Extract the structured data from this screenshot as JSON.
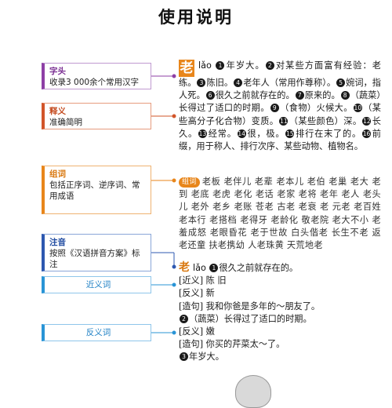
{
  "page_title": "使用说明",
  "notes": {
    "zitou": {
      "title": "字头",
      "body": "收录3 000余个常用汉字"
    },
    "shiyi": {
      "title": "释义",
      "body": "准确简明"
    },
    "zuci": {
      "title": "组词",
      "body": "包括正序词、逆序词、常用成语"
    },
    "zhuyin": {
      "title": "注音",
      "body": "按照《汉语拼音方案》标注"
    },
    "jinyi": {
      "title": "近义词"
    },
    "fanyi": {
      "title": "反义词"
    }
  },
  "entry": {
    "headword": "老",
    "pinyin": "lǎo",
    "definitions": [
      {
        "num": "1",
        "text": "年岁大。"
      },
      {
        "num": "2",
        "text": "对某些方面富有经验：老练。"
      },
      {
        "num": "3",
        "text": "陈旧。"
      },
      {
        "num": "4",
        "text": "老年人（常用作尊称）。"
      },
      {
        "num": "5",
        "text": "婉词，指人死。"
      },
      {
        "num": "6",
        "text": "很久之前就存在的。"
      },
      {
        "num": "7",
        "text": "原来的。"
      },
      {
        "num": "8",
        "text": "（蔬菜）长得过了适口的时期。"
      },
      {
        "num": "9",
        "text": "（食物）火候大。"
      },
      {
        "num": "10",
        "text": "（某些高分子化合物）变质。"
      },
      {
        "num": "11",
        "text": "（某些颜色）深。"
      },
      {
        "num": "12",
        "text": "长久。"
      },
      {
        "num": "13",
        "text": "经常。"
      },
      {
        "num": "14",
        "text": "很，极。"
      },
      {
        "num": "15",
        "text": "排行在末了的。"
      },
      {
        "num": "16",
        "text": "前缀，用于称人、排行次序、某些动物、植物名。"
      }
    ],
    "zuci_badge": "组词",
    "compounds": "老板 老伴儿 老辈 老本儿 老伯 老巢 老大 老到 老底 老虎 老化 老话 老家 老将 老年 老人 老头儿 老外 老乡 老账 苍老 古老 老衰 老 元老 老百姓 老本行 老搭档 老得牙 老龄化 敬老院 老大不小 老羞成怒 老眼昏花 老于世故 白头偕老 长生不老 返老还童 扶老携幼 人老珠黄 天荒地老"
  },
  "subentry": {
    "headword": "老",
    "pinyin": "lǎo",
    "sense1": {
      "num": "1",
      "text": "很久之前就存在的。"
    },
    "jinyi_label": "[近义]",
    "jinyi_text": "陈 旧",
    "fanyi_label": "[反义]",
    "fanyi_text": "新",
    "zaoju_label": "[造句]",
    "zaoju_text1": "我和你爸是多年的～朋友了。",
    "sense2": {
      "num": "2",
      "text": "（蔬菜）长得过了适口的时期。"
    },
    "fanyi2_label": "[反义]",
    "fanyi2_text": "嫩",
    "zaoju2_label": "[造句]",
    "zaoju2_text": "你买的芹菜太～了。",
    "sense3": {
      "num": "3",
      "text": "年岁大。"
    }
  },
  "colors": {
    "zitou": "#8e3fa6",
    "shiyi": "#d2552a",
    "zuci": "#e8861b",
    "zhuyin": "#2d58b0",
    "synonym": "#2994d6"
  }
}
